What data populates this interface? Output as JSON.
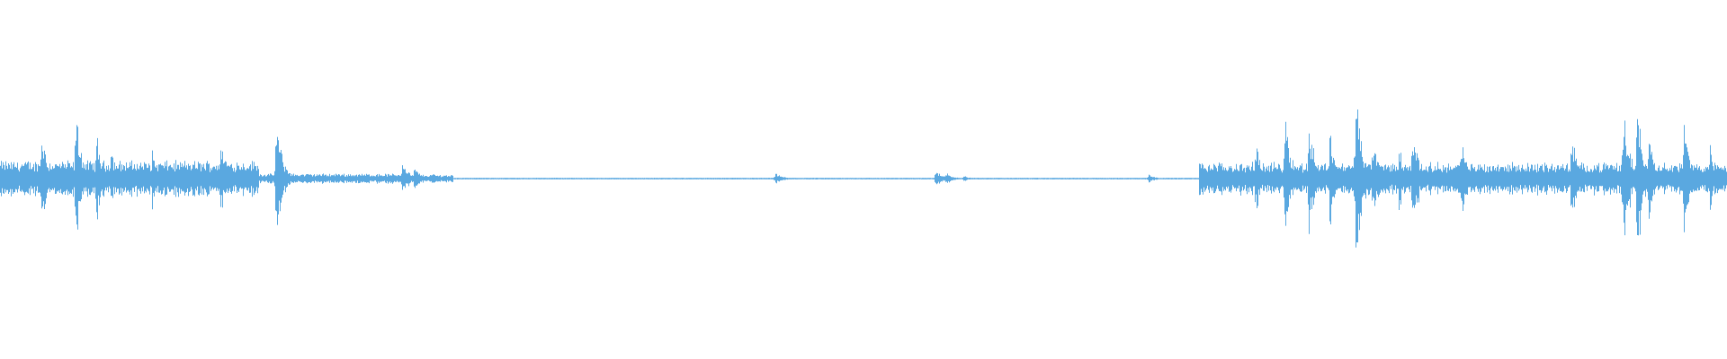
{
  "waveform": {
    "color": "#5aa8e0",
    "background": "#ffffff",
    "segments": [
      {
        "from": 0.0,
        "to": 0.15,
        "level": 0.18,
        "spikes": [
          [
            0.024,
            0.55
          ],
          [
            0.044,
            0.7
          ],
          [
            0.056,
            0.45
          ],
          [
            0.064,
            0.35
          ],
          [
            0.088,
            0.3
          ],
          [
            0.128,
            0.42
          ]
        ]
      },
      {
        "from": 0.15,
        "to": 0.232,
        "level": 0.05,
        "spikes": [
          [
            0.16,
            0.62
          ],
          [
            0.166,
            0.12
          ],
          [
            0.196,
            0.07
          ],
          [
            0.218,
            0.06
          ]
        ]
      },
      {
        "from": 0.232,
        "to": 0.262,
        "level": 0.04,
        "spikes": [
          [
            0.233,
            0.2
          ],
          [
            0.24,
            0.12
          ],
          [
            0.25,
            0.06
          ]
        ]
      },
      {
        "from": 0.262,
        "to": 0.694,
        "level": 0.008,
        "spikes": [
          [
            0.449,
            0.06
          ],
          [
            0.451,
            0.04
          ],
          [
            0.542,
            0.1
          ],
          [
            0.548,
            0.07
          ],
          [
            0.558,
            0.03
          ],
          [
            0.665,
            0.05
          ]
        ]
      },
      {
        "from": 0.694,
        "to": 1.0,
        "level": 0.16,
        "spikes": [
          [
            0.696,
            0.24
          ],
          [
            0.727,
            0.4
          ],
          [
            0.744,
            0.72
          ],
          [
            0.758,
            0.65
          ],
          [
            0.77,
            0.55
          ],
          [
            0.785,
            1.0
          ],
          [
            0.795,
            0.45
          ],
          [
            0.81,
            0.35
          ],
          [
            0.818,
            0.58
          ],
          [
            0.846,
            0.42
          ],
          [
            0.91,
            0.48
          ],
          [
            0.94,
            0.8
          ],
          [
            0.948,
            0.85
          ],
          [
            0.955,
            0.55
          ],
          [
            0.975,
            0.6
          ],
          [
            0.99,
            0.35
          ]
        ]
      }
    ]
  }
}
